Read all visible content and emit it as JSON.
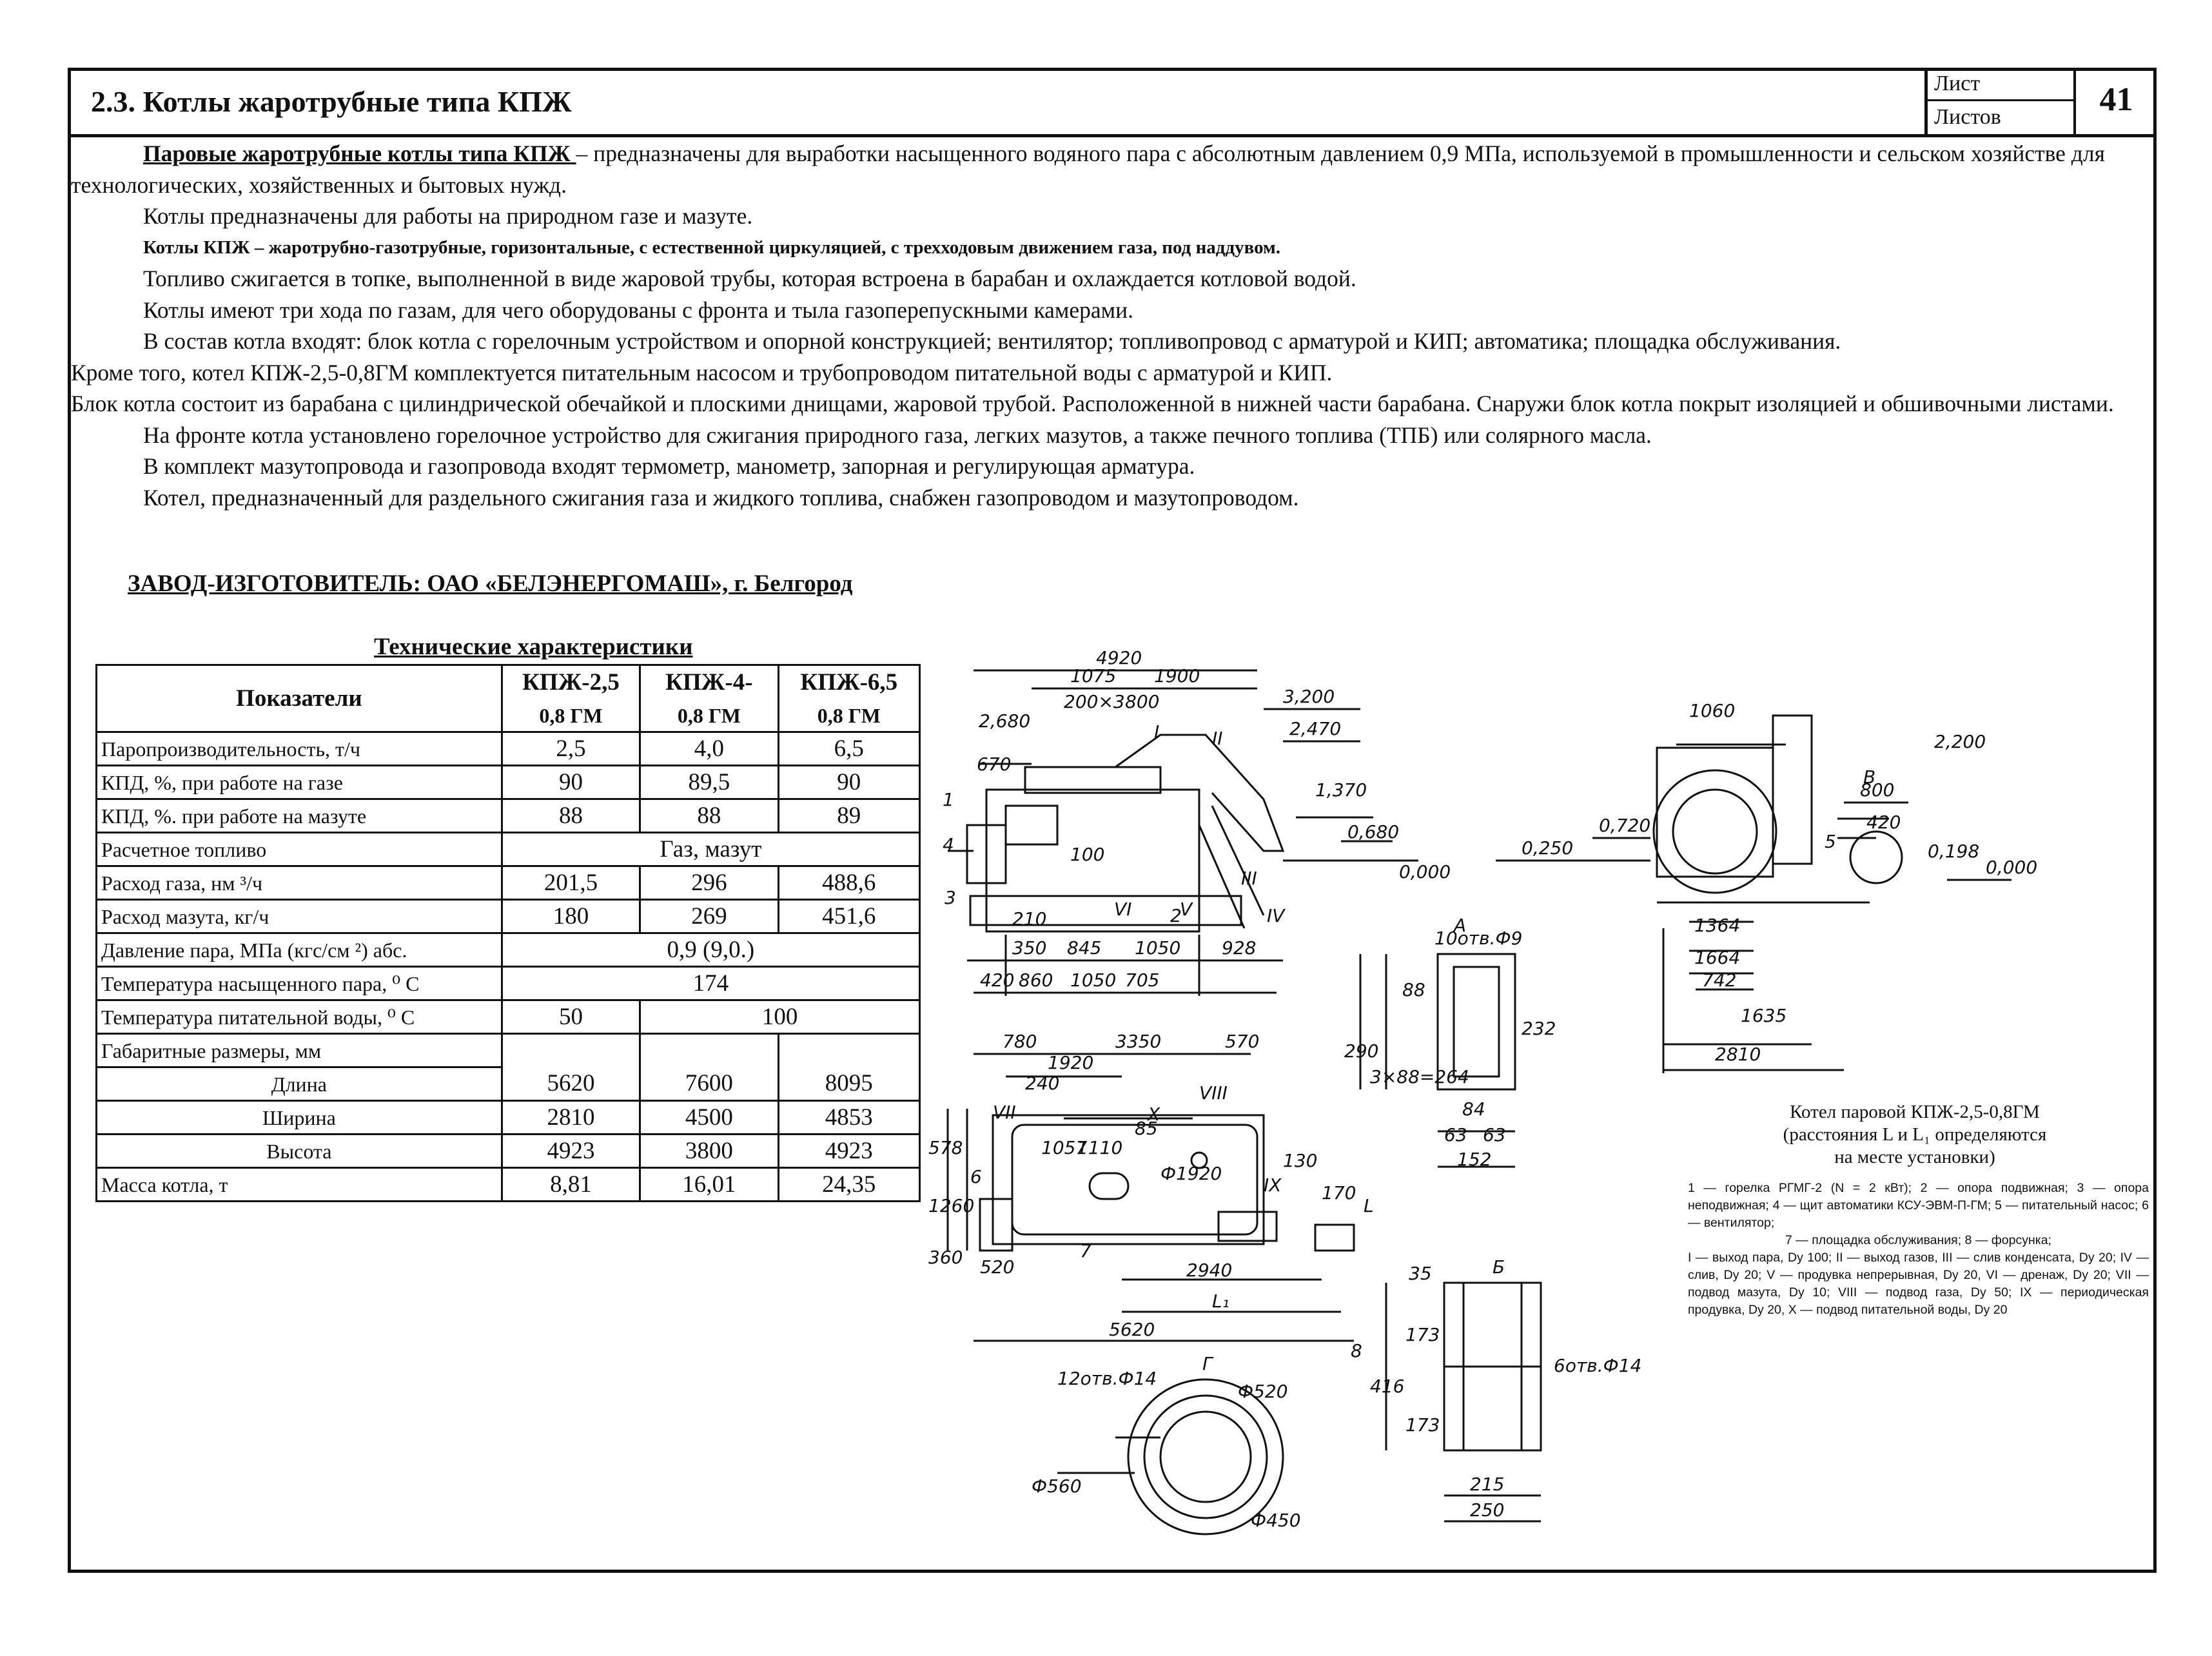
{
  "header": {
    "title": "2.3. Котлы жаротрубные типа КПЖ",
    "sheet_label": "Лист",
    "sheets_label": "Листов",
    "sheet_number": "41"
  },
  "body": {
    "p1_lead": "Паровые жаротрубные котлы типа КПЖ ",
    "p1_rest": "– предназначены для выработки насыщенного водяного пара с абсолютным давлением 0,9 МПа, используемой в промышленности и сельском хозяйстве для технологических, хозяйственных и бытовых нужд.",
    "p2": "Котлы предназначены для работы на природном газе и мазуте.",
    "p3": "Котлы КПЖ – жаротрубно-газотрубные, горизонтальные, с естественной циркуляцией, с трехходовым движением газа, под наддувом.",
    "p4": "Топливо сжигается в топке, выполненной в виде жаровой трубы, которая встроена в барабан и охлаждается котловой водой.",
    "p5": "Котлы имеют три хода по газам, для чего оборудованы с фронта и тыла газоперепускными камерами.",
    "p6": "В состав котла входят: блок котла с горелочным устройством и опорной конструкцией; вентилятор; топливопровод с арматурой и КИП; автоматика; площадка обслуживания.",
    "p7": "Кроме того, котел КПЖ-2,5-0,8ГМ комплектуется питательным насосом и трубопроводом питательной воды с арматурой и КИП.",
    "p8": "Блок котла состоит из барабана с цилиндрической обечайкой и плоскими днищами, жаровой трубой. Расположенной в нижней части барабана. Снаружи блок котла покрыт изоляцией и обшивочными листами.",
    "p9": "На фронте котла установлено горелочное устройство для сжигания природного газа, легких мазутов, а также печного топлива (ТПБ) или солярного масла.",
    "p10": "В комплект мазутопровода и газопровода входят термометр, манометр, запорная и регулирующая арматура.",
    "p11": "Котел, предназначенный для раздельного сжигания газа и жидкого топлива, снабжен газопроводом и мазутопроводом."
  },
  "manufacturer": "ЗАВОД-ИЗГОТОВИТЕЛЬ: ОАО «БЕЛЭНЕРГОМАШ», г. Белгород",
  "specs": {
    "title": "Технические характеристики",
    "col_param": "Показатели",
    "models": [
      {
        "name": "КПЖ-2,5",
        "sub": "0,8 ГМ"
      },
      {
        "name": "КПЖ-4-",
        "sub": "0,8 ГМ"
      },
      {
        "name": "КПЖ-6,5",
        "sub": "0,8 ГМ"
      }
    ],
    "rows": {
      "steam": {
        "label": "Паропроизводительность, т/ч",
        "v": [
          "2,5",
          "4,0",
          "6,5"
        ]
      },
      "eff_gas": {
        "label": "КПД, %, при работе на газе",
        "v": [
          "90",
          "89,5",
          "90"
        ]
      },
      "eff_oil": {
        "label": "КПД, %. при работе на мазуте",
        "v": [
          "88",
          "88",
          "89"
        ]
      },
      "fuel": {
        "label": "Расчетное топливо",
        "v": "Газ, мазут"
      },
      "gas_flow": {
        "label": "Расход газа, нм ³/ч",
        "v": [
          "201,5",
          "296",
          "488,6"
        ]
      },
      "oil_flow": {
        "label": "Расход мазута, кг/ч",
        "v": [
          "180",
          "269",
          "451,6"
        ]
      },
      "pressure": {
        "label": "Давление пара, МПа (кгс/см ²) абс.",
        "v": "0,9 (9,0.)"
      },
      "steam_temp": {
        "label": "Температура насыщенного пара, ⁰ С",
        "v": "174"
      },
      "feed_temp": {
        "label": "Температура питательной воды, ⁰ С",
        "v1": "50",
        "v23": "100"
      },
      "dims": {
        "label": "Габаритные размеры, мм"
      },
      "length": {
        "label": "Длина",
        "v": [
          "5620",
          "7600",
          "8095"
        ]
      },
      "width": {
        "label": "Ширина",
        "v": [
          "2810",
          "4500",
          "4853"
        ]
      },
      "height": {
        "label": "Высота",
        "v": [
          "4923",
          "3800",
          "4923"
        ]
      },
      "mass": {
        "label": "Масса котла, т",
        "v": [
          "8,81",
          "16,01",
          "24,35"
        ]
      }
    }
  },
  "drawing": {
    "dims": [
      "4920",
      "1075",
      "1900",
      "200×3",
      "800",
      "2,680",
      "3,200",
      "2,470",
      "1,370",
      "0,680",
      "0,000",
      "670",
      "100",
      "210",
      "350",
      "845",
      "1050",
      "928",
      "420",
      "860",
      "1050",
      "705",
      "780",
      "3350",
      "570",
      "1920",
      "240",
      "1057",
      "1110",
      "85",
      "Ф1920",
      "130",
      "170",
      "360",
      "1260",
      "578",
      "520",
      "2940",
      "L₁",
      "5620",
      "L",
      "1060",
      "2,200",
      "800",
      "420",
      "0,720",
      "0,250",
      "0,198",
      "0,000",
      "1364",
      "1664",
      "742",
      "1635",
      "2810",
      "10отв.Ф9",
      "290",
      "3×88=264",
      "88",
      "232",
      "84",
      "63",
      "63",
      "152",
      "35",
      "173",
      "416",
      "173",
      "215",
      "250",
      "6отв.Ф14",
      "12отв.Ф14",
      "Ф520",
      "Ф560",
      "Ф450"
    ],
    "labels": [
      "А",
      "Б",
      "В",
      "Г",
      "I",
      "II",
      "III",
      "IV",
      "V",
      "VI",
      "VII",
      "VIII",
      "IX",
      "X",
      "1",
      "2",
      "3",
      "4",
      "5",
      "6",
      "7",
      "8"
    ]
  },
  "caption": {
    "line1": "Котел паровой КПЖ-2,5-0,8ГМ",
    "line2": "(расстояния L и L₁ определяются",
    "line3": "на месте установки)"
  },
  "legend": {
    "parts": "1 — горелка РГМГ-2 (N = 2 кВт); 2 — опора подвижная; 3 — опора неподвижная; 4 — щит автоматики КСУ-ЭВМ-П-ГМ; 5 — питательный насос; 6 — вентилятор;",
    "parts2": "7 — площадка обслуживания; 8 — форсунка;",
    "ports": "I — выход пара, Dу 100; II — выход газов, III — слив конденсата, Dу 20; IV — слив, Dу 20; V — продувка непрерывная, Dу 20, VI — дренаж, Dу 20; VII — подвод мазута, Dу 10; VIII — подвод газа, Dу 50; IX — периодическая продувка, Dу 20, X — подвод питательной воды, Dу 20"
  }
}
